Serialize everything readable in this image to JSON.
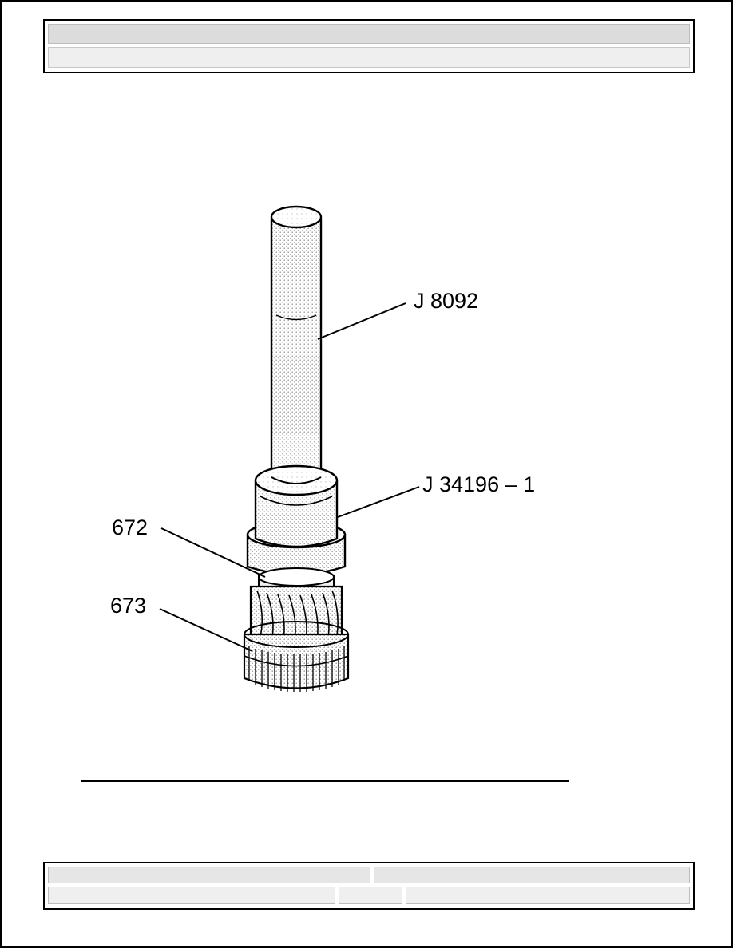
{
  "figure": {
    "callouts": {
      "tool_driver": "J 8092",
      "tool_installer": "J 34196 – 1",
      "part_bearing": "672",
      "part_gear": "673"
    }
  },
  "colors": {
    "header_band": "#dcdcdc",
    "header_band_light": "#efefef",
    "line_art": "#000000",
    "stipple": "#b0b0b0"
  }
}
